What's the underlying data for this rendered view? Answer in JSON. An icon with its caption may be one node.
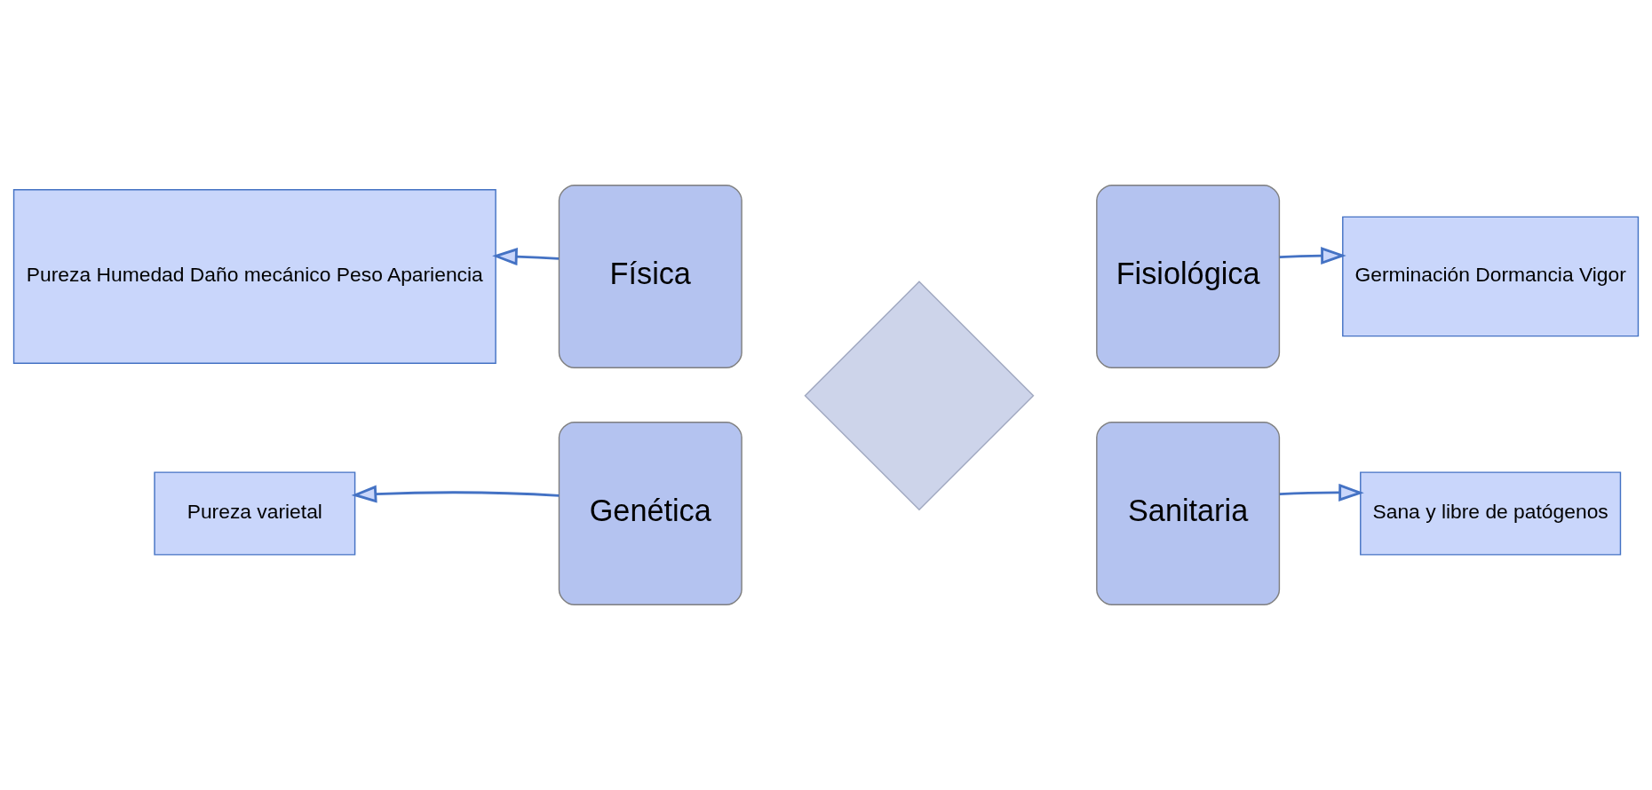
{
  "diagram": {
    "nodes": [
      {
        "text": [
          "Pureza Humedad Daño mecánico Peso Apariencia"
        ]
      },
      {
        "text": [
          "Física"
        ]
      },
      {
        "text": [
          "Fisiológica"
        ]
      },
      {
        "text": [
          "Germinación Dormancia Vigor"
        ]
      },
      {
        "text": [
          "Pureza varietal"
        ]
      },
      {
        "text": [
          "Genética"
        ]
      },
      {
        "text": [
          "Sanitaria"
        ]
      },
      {
        "text": [
          "Sana y libre de patógenos"
        ]
      },
      {
        "text": [],
        "shape": "diamond"
      }
    ],
    "edges": [
      {
        "from": 1,
        "to": 0,
        "arrow": "to"
      },
      {
        "from": 2,
        "to": 3,
        "arrow": "to"
      },
      {
        "from": 5,
        "to": 4,
        "arrow": "to"
      },
      {
        "from": 6,
        "to": 7,
        "arrow": "to"
      }
    ]
  }
}
